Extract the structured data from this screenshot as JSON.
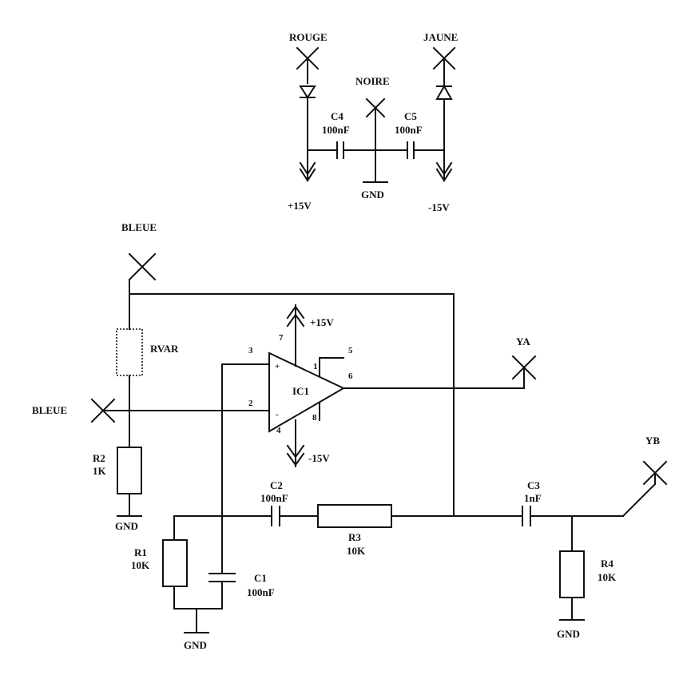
{
  "supply": {
    "rouge": "ROUGE",
    "jaune": "JAUNE",
    "noire": "NOIRE",
    "c4_name": "C4",
    "c4_value": "100nF",
    "c5_name": "C5",
    "c5_value": "100nF",
    "plus15": "+15V",
    "minus15": "-15V",
    "gnd": "GND"
  },
  "circuit": {
    "bleue_top": "BLEUE",
    "bleue_left": "BLEUE",
    "rvar": "RVAR",
    "r2_name": "R2",
    "r2_value": "1K",
    "r1_name": "R1",
    "r1_value": "10K",
    "r3_name": "R3",
    "r3_value": "10K",
    "r4_name": "R4",
    "r4_value": "10K",
    "c1_name": "C1",
    "c1_value": "100nF",
    "c2_name": "C2",
    "c2_value": "100nF",
    "c3_name": "C3",
    "c3_value": "1nF",
    "ic1": "IC1",
    "ya": "YA",
    "yb": "YB",
    "opamp_plus15": "+15V",
    "opamp_minus15": "-15V",
    "gnd_r2": "GND",
    "gnd_r1": "GND",
    "gnd_r4": "GND",
    "pins": {
      "p1": "1",
      "p2": "2",
      "p3": "3",
      "p4": "4",
      "p5": "5",
      "p6": "6",
      "p7": "7",
      "p8": "8",
      "plus": "+",
      "minus": "-"
    }
  }
}
